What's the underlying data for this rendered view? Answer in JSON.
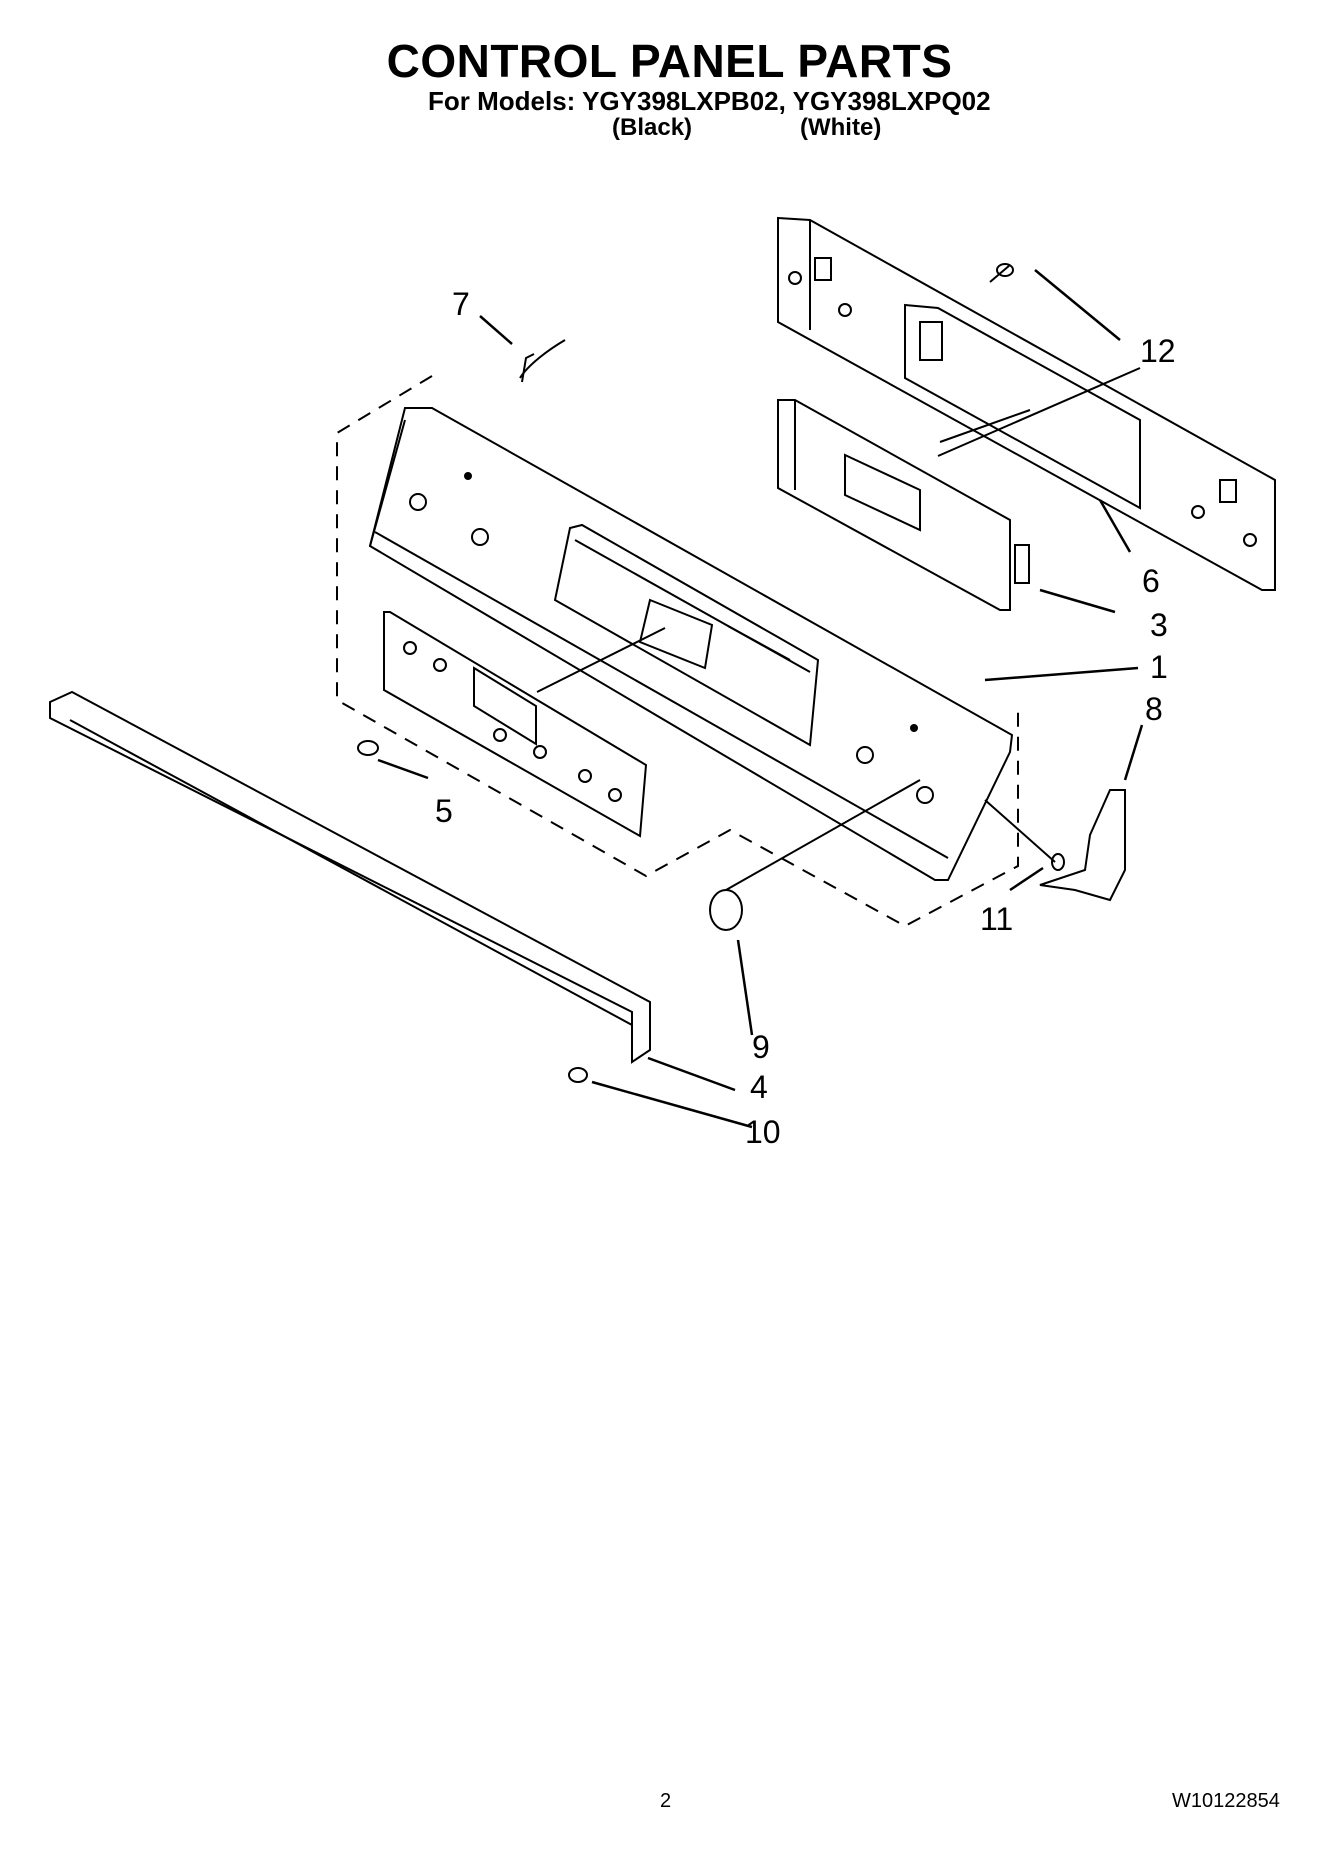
{
  "header": {
    "title": "CONTROL PANEL PARTS",
    "models_line": "For Models: YGY398LXPB02, YGY398LXPQ02",
    "variant_black": "(Black)",
    "variant_white": "(White)"
  },
  "callouts": [
    "1",
    "3",
    "4",
    "5",
    "6",
    "7",
    "8",
    "9",
    "10",
    "11",
    "12"
  ],
  "footer": {
    "page_number": "2",
    "document_number": "W10122854"
  }
}
